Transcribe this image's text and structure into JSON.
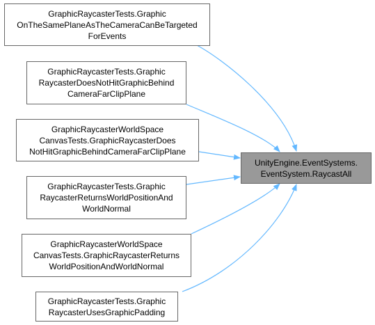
{
  "diagram": {
    "target": {
      "lines": [
        "UnityEngine.EventSystems.",
        "EventSystem.RaycastAll"
      ]
    },
    "callers": [
      {
        "lines": [
          "GraphicRaycasterTests.Graphic",
          "OnTheSamePlaneAsTheCameraCanBeTargeted",
          "ForEvents"
        ]
      },
      {
        "lines": [
          "GraphicRaycasterTests.Graphic",
          "RaycasterDoesNotHitGraphicBehind",
          "CameraFarClipPlane"
        ]
      },
      {
        "lines": [
          "GraphicRaycasterWorldSpace",
          "CanvasTests.GraphicRaycasterDoes",
          "NotHitGraphicBehindCameraFarClipPlane"
        ]
      },
      {
        "lines": [
          "GraphicRaycasterTests.Graphic",
          "RaycasterReturnsWorldPositionAnd",
          "WorldNormal"
        ]
      },
      {
        "lines": [
          "GraphicRaycasterWorldSpace",
          "CanvasTests.GraphicRaycasterReturns",
          "WorldPositionAndWorldNormal"
        ]
      },
      {
        "lines": [
          "GraphicRaycasterTests.Graphic",
          "RaycasterUsesGraphicPadding"
        ]
      }
    ],
    "edge_color": "#63b8ff"
  }
}
